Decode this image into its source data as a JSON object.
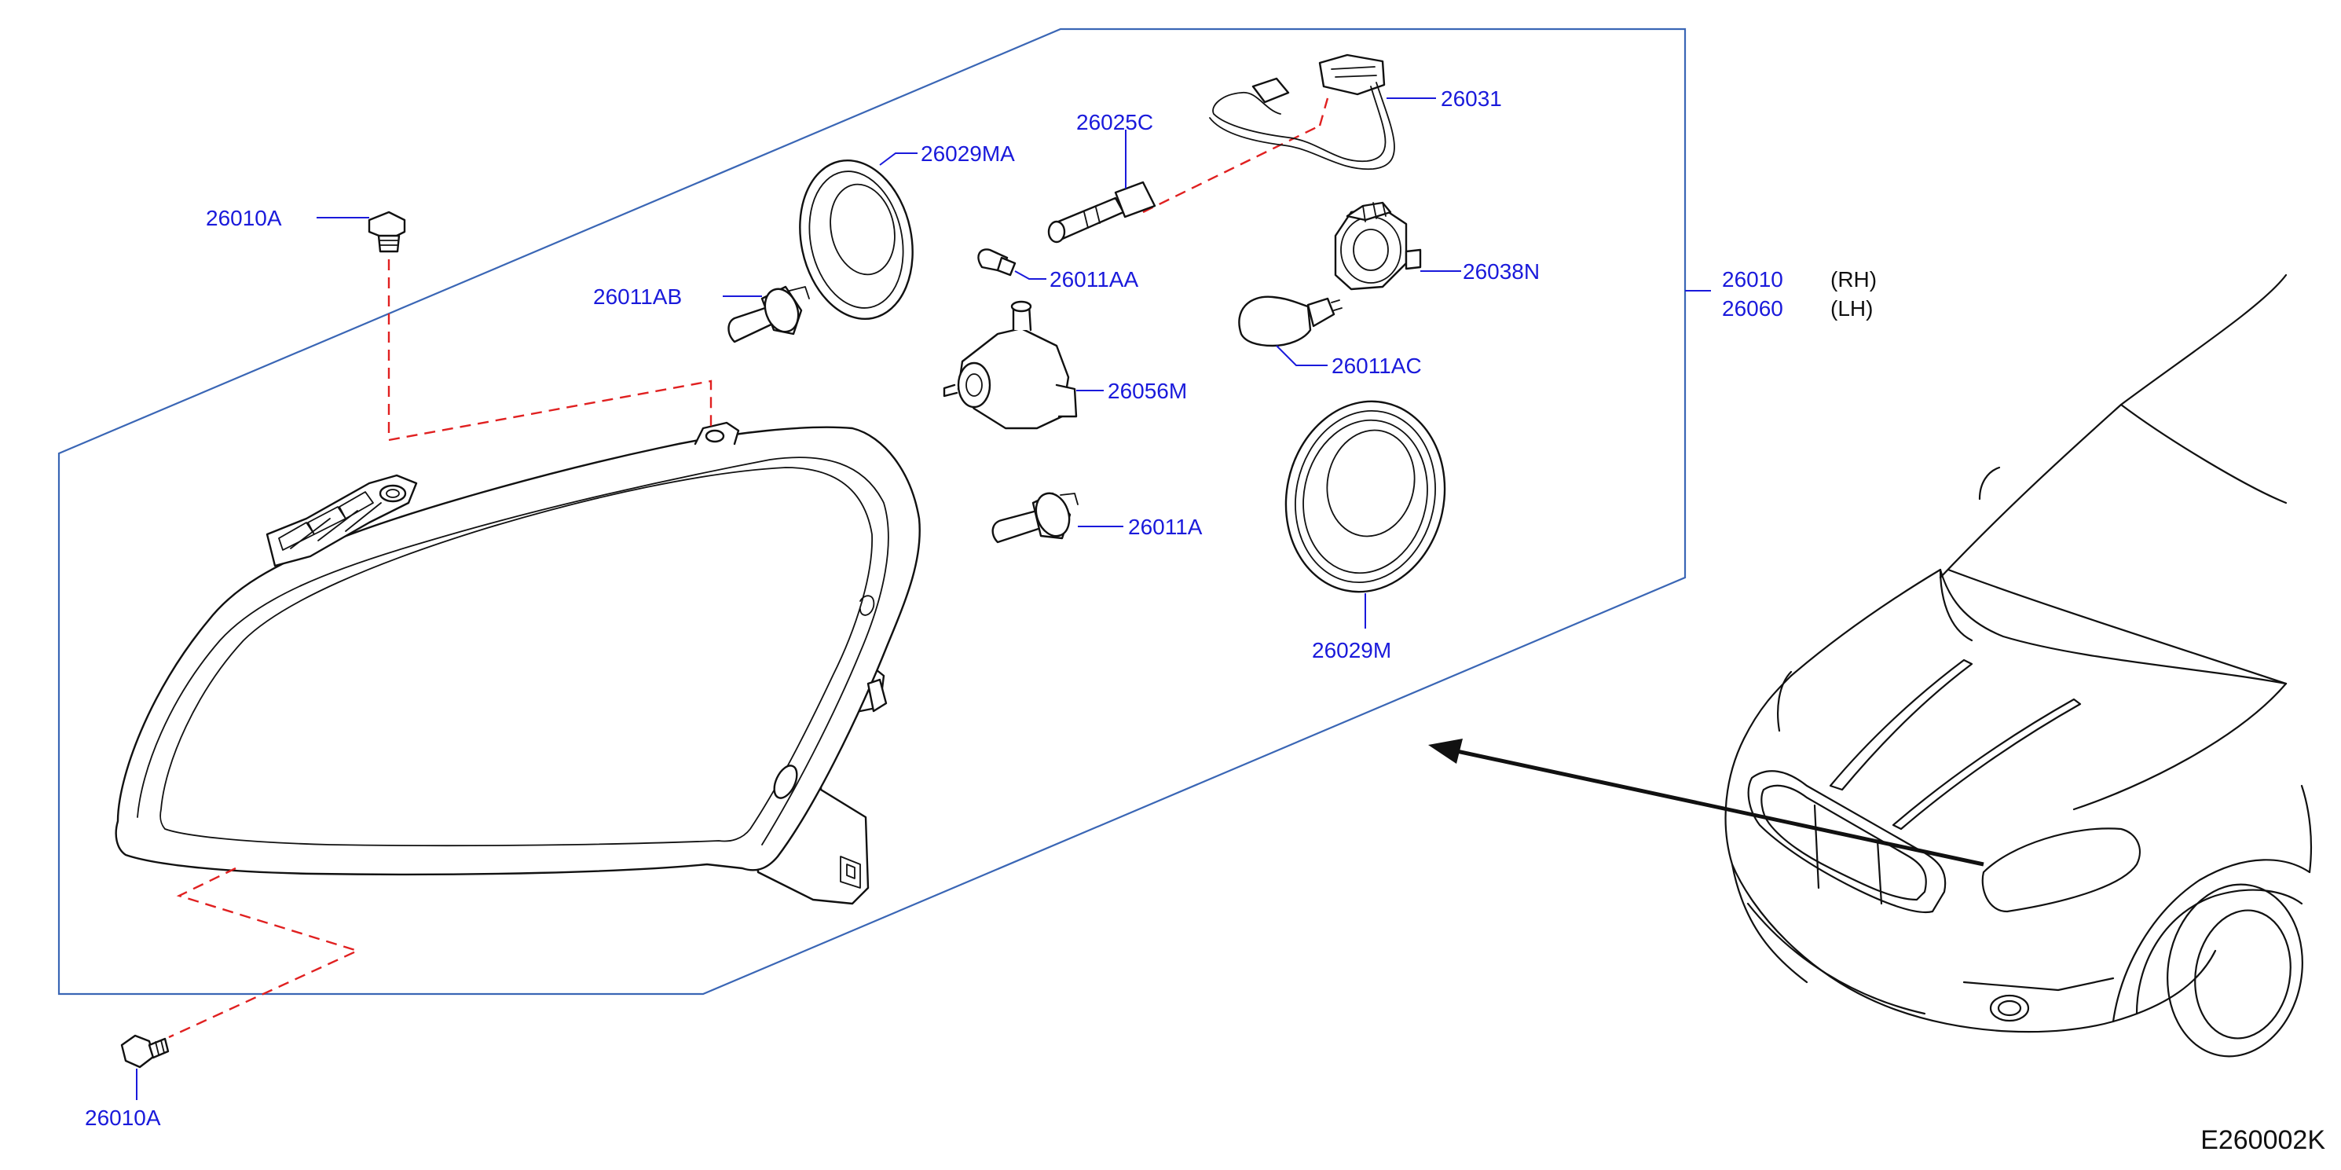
{
  "diagram_code": "E260002K",
  "colors": {
    "label": "#1a1adb",
    "frame": "#3a66b5",
    "dashed_leader": "#e02020",
    "lines": "#111111"
  },
  "parts": [
    {
      "part_no": "26010A",
      "location": "upper-mounting-bolt"
    },
    {
      "part_no": "26010A",
      "location": "lower-mounting-bolt"
    },
    {
      "part_no": "26029MA",
      "location": "dust-cover-upper"
    },
    {
      "part_no": "26025C",
      "location": "bulb-socket"
    },
    {
      "part_no": "26031",
      "location": "harness-connector"
    },
    {
      "part_no": "26011AB",
      "location": "high-beam-bulb"
    },
    {
      "part_no": "26011AA",
      "location": "position-bulb"
    },
    {
      "part_no": "26038N",
      "location": "turn-signal-socket"
    },
    {
      "part_no": "26011AC",
      "location": "turn-signal-bulb"
    },
    {
      "part_no": "26056M",
      "location": "leveling-motor"
    },
    {
      "part_no": "26011A",
      "location": "low-beam-bulb"
    },
    {
      "part_no": "26029M",
      "location": "dust-cover-lower"
    }
  ],
  "assembly": [
    {
      "part_no": "26010",
      "side": "(RH)"
    },
    {
      "part_no": "26060",
      "side": "(LH)"
    }
  ]
}
